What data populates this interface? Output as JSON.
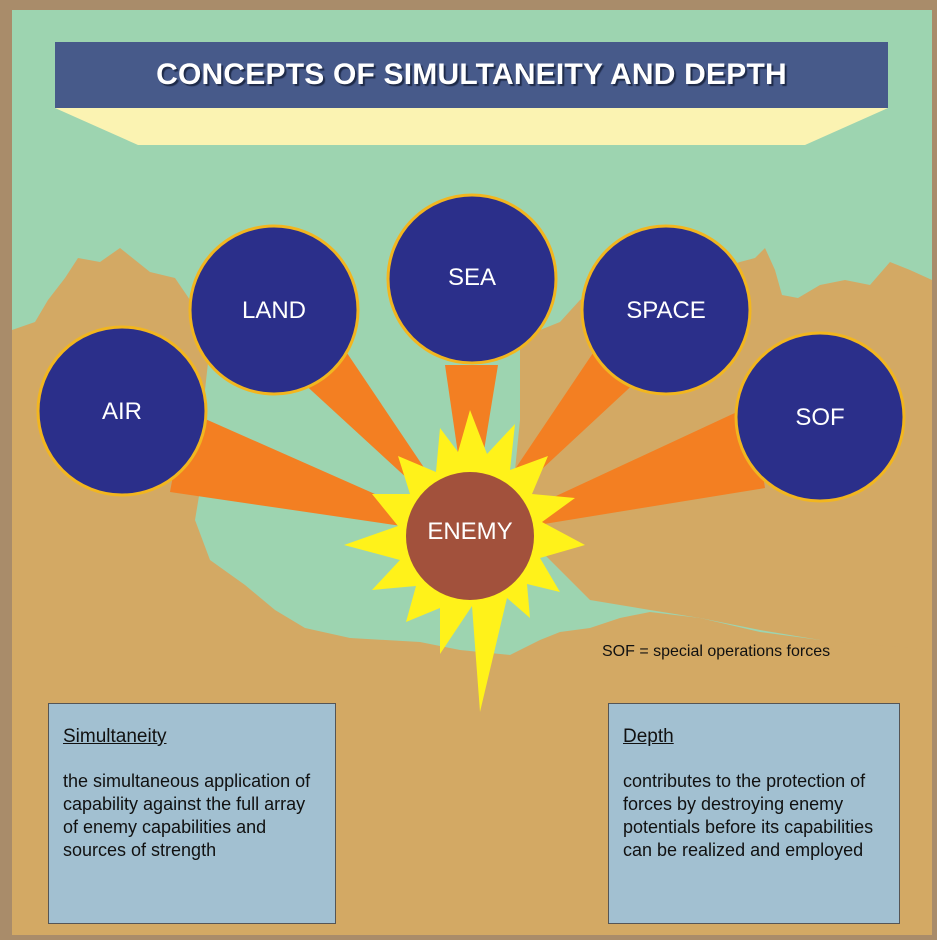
{
  "title": "CONCEPTS OF SIMULTANEITY AND DEPTH",
  "center": {
    "label": "ENEMY"
  },
  "domains": [
    {
      "id": "air",
      "label": "AIR"
    },
    {
      "id": "land",
      "label": "LAND"
    },
    {
      "id": "sea",
      "label": "SEA"
    },
    {
      "id": "space",
      "label": "SPACE"
    },
    {
      "id": "sof",
      "label": "SOF"
    }
  ],
  "footnote": "SOF = special operations forces",
  "boxes": {
    "simultaneity": {
      "heading": "Simultaneity",
      "text": "the simultaneous application of capability against the full array of enemy capabilities and sources of strength"
    },
    "depth": {
      "heading": "Depth",
      "text": "contributes to the protection of forces by destroying enemy potentials before its capabilities can be realized and employed"
    }
  },
  "colors": {
    "frame": "#a98c6a",
    "sky": "#9dd4b0",
    "land": "#d3a964",
    "title_bar": "#475a8a",
    "banner": "#fbf3b2",
    "circle_fill": "#2b2f8a",
    "circle_ring": "#f2b61f",
    "beam": "#f37f22",
    "starburst": "#fff21a",
    "enemy": "#a2513c",
    "info_box": "#a2c0d1"
  }
}
